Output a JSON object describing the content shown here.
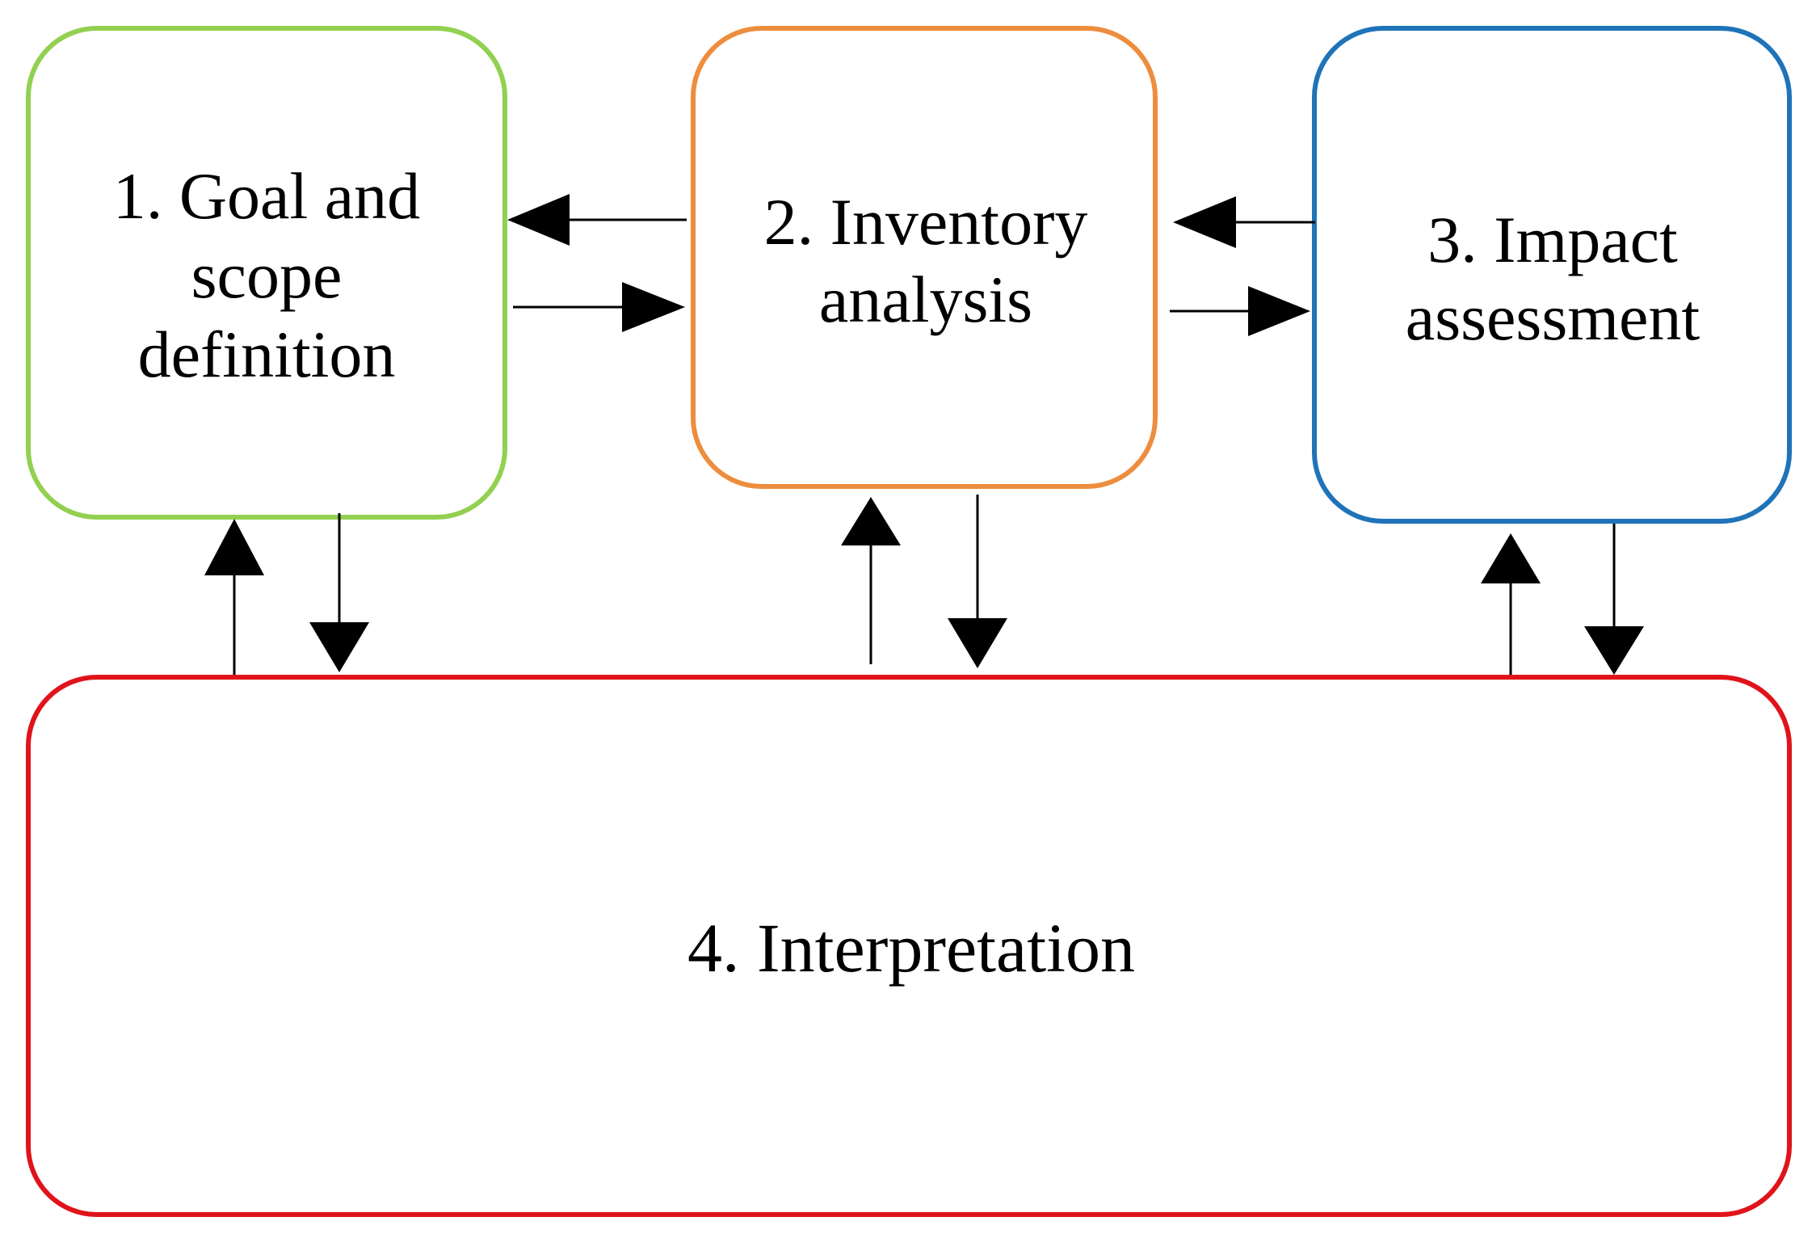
{
  "boxes": {
    "goal": {
      "lines": [
        "1. Goal and",
        "scope",
        "definition"
      ],
      "border_color": "#92d050"
    },
    "inventory": {
      "lines": [
        "2. Inventory",
        "analysis"
      ],
      "border_color": "#ed8d3e"
    },
    "impact": {
      "lines": [
        "3. Impact",
        "assessment"
      ],
      "border_color": "#1f73b8"
    },
    "interpretation": {
      "lines": [
        "4. Interpretation"
      ],
      "border_color": "#e0131b"
    }
  },
  "connections": [
    {
      "from": "inventory",
      "to": "goal"
    },
    {
      "from": "goal",
      "to": "inventory"
    },
    {
      "from": "impact",
      "to": "inventory"
    },
    {
      "from": "inventory",
      "to": "impact"
    },
    {
      "from": "interpretation",
      "to": "goal"
    },
    {
      "from": "goal",
      "to": "interpretation"
    },
    {
      "from": "interpretation",
      "to": "inventory"
    },
    {
      "from": "inventory",
      "to": "interpretation"
    },
    {
      "from": "interpretation",
      "to": "impact"
    },
    {
      "from": "impact",
      "to": "interpretation"
    }
  ]
}
